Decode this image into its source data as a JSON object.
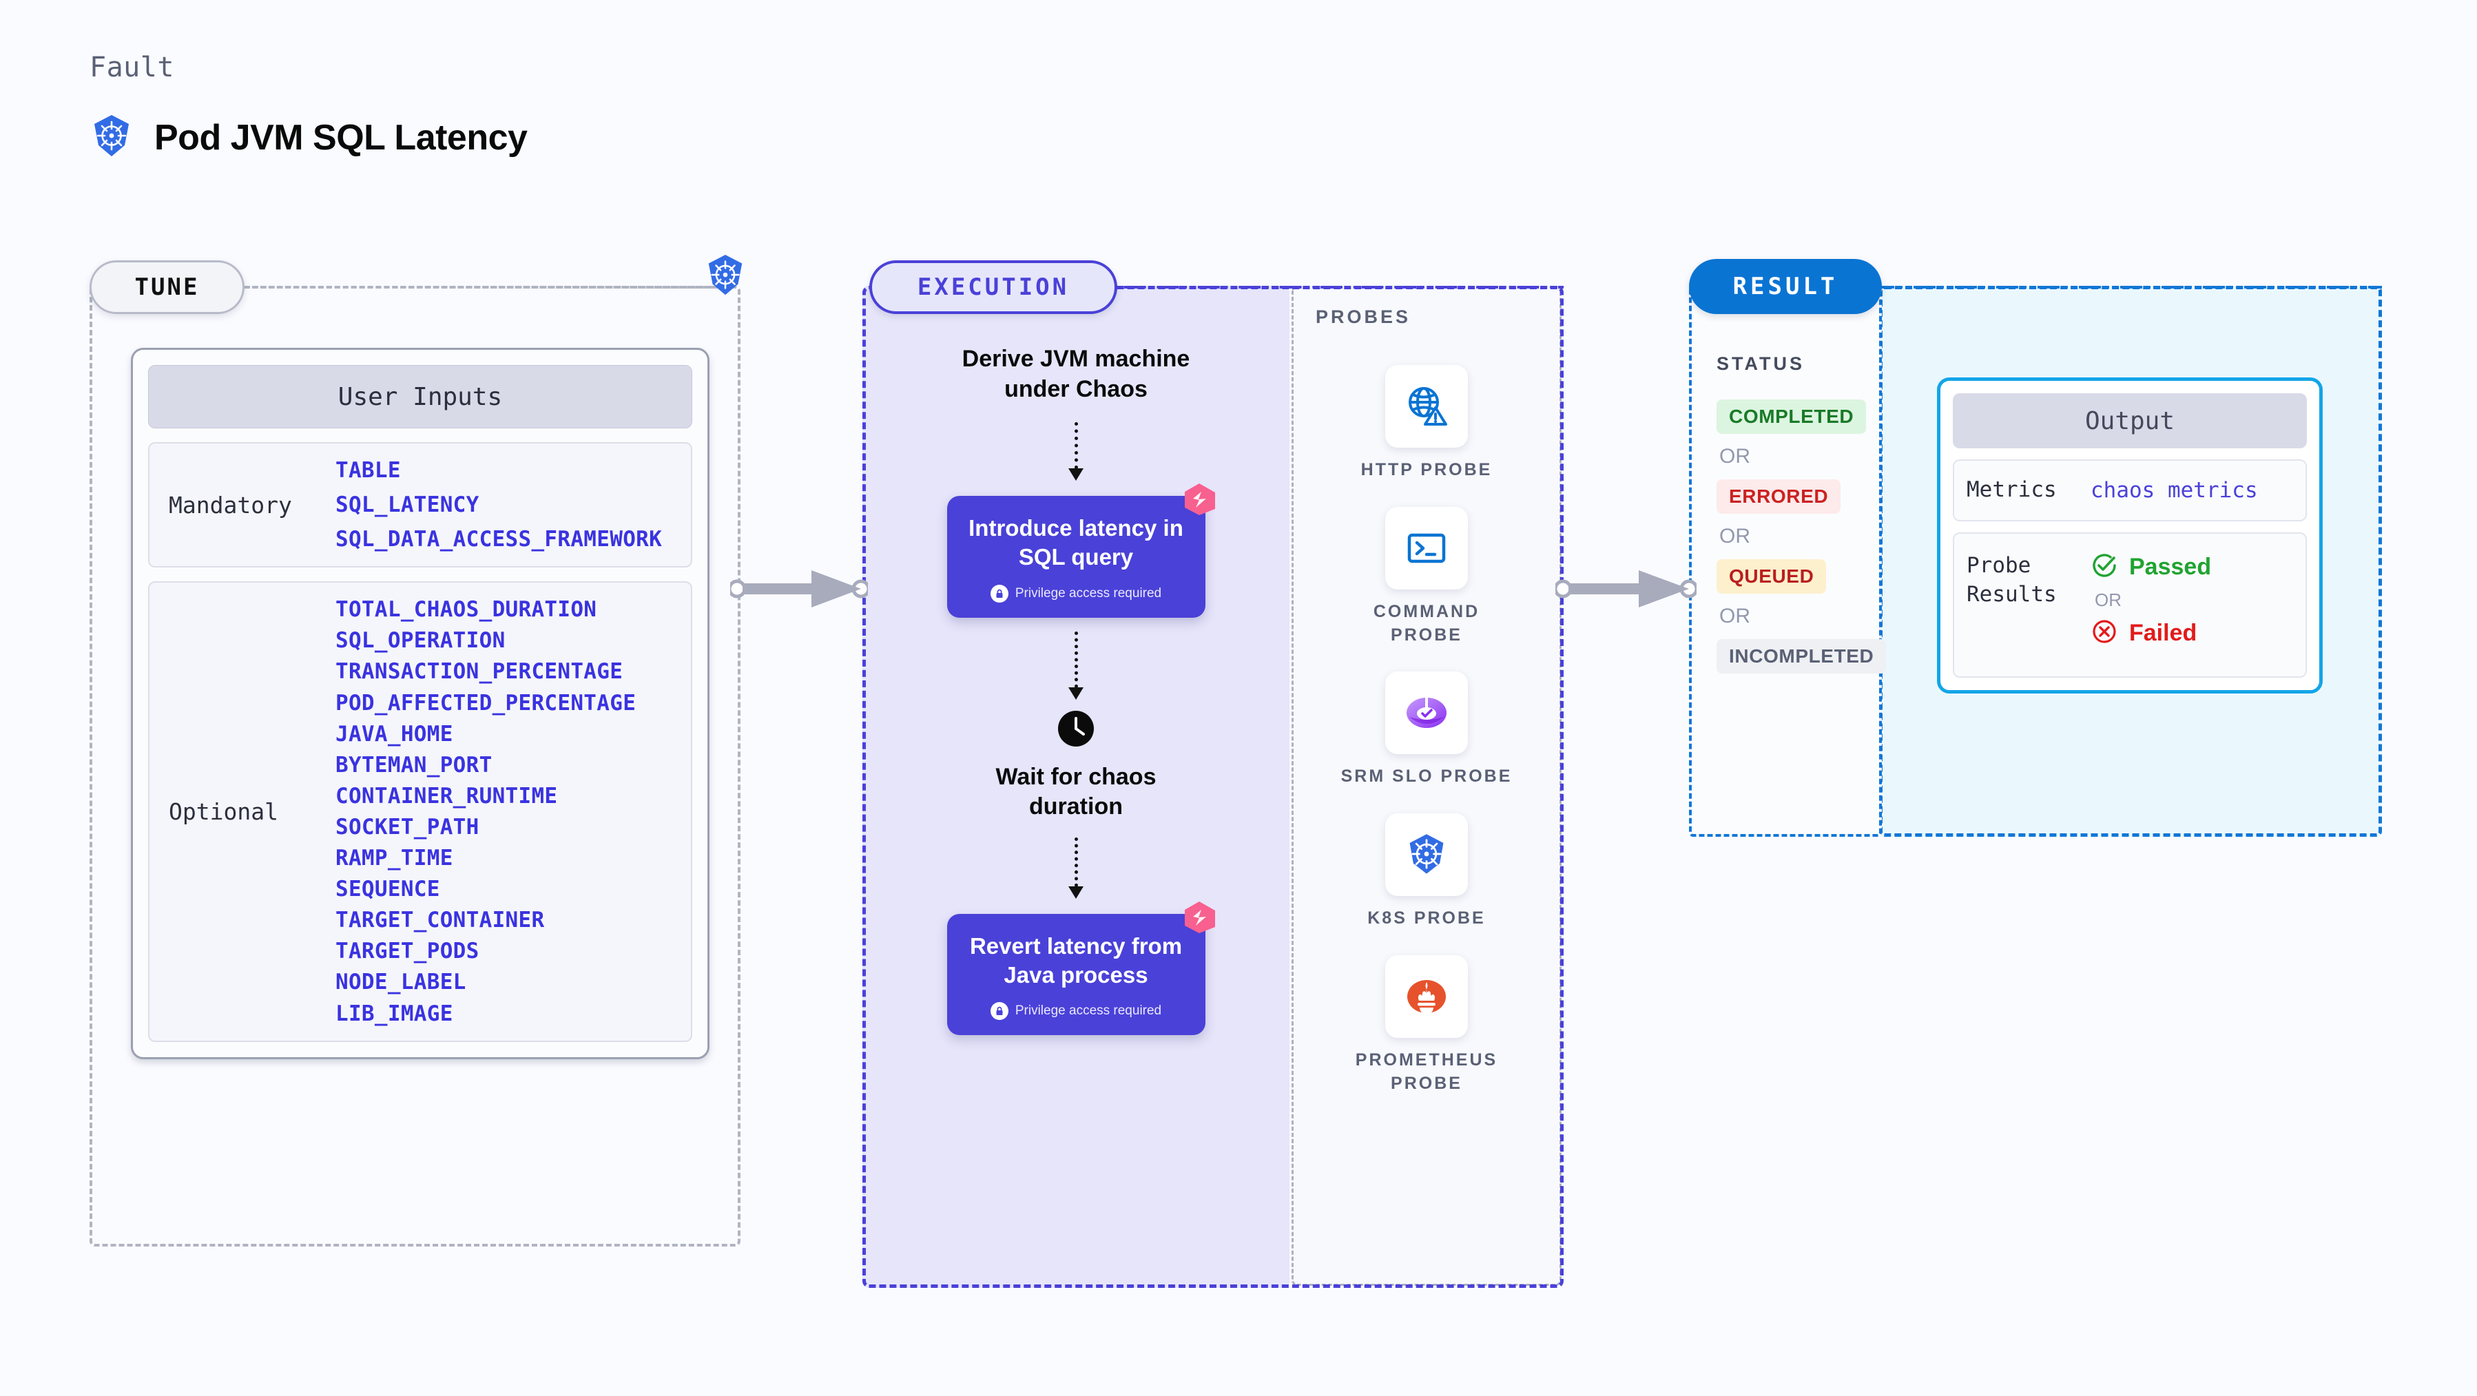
{
  "header": {
    "kicker": "Fault",
    "title": "Pod JVM SQL Latency",
    "icon": "kubernetes-icon"
  },
  "tune": {
    "tag": "TUNE",
    "node_icon": "kubernetes-icon",
    "card_title": "User Inputs",
    "groups": [
      {
        "label": "Mandatory",
        "params": [
          "TABLE",
          "SQL_LATENCY",
          "SQL_DATA_ACCESS_FRAMEWORK"
        ]
      },
      {
        "label": "Optional",
        "params": [
          "TOTAL_CHAOS_DURATION",
          "SQL_OPERATION",
          "TRANSACTION_PERCENTAGE",
          "POD_AFFECTED_PERCENTAGE",
          "JAVA_HOME",
          "BYTEMAN_PORT",
          "CONTAINER_RUNTIME",
          "SOCKET_PATH",
          "RAMP_TIME",
          "SEQUENCE",
          "TARGET_CONTAINER",
          "TARGET_PODS",
          "NODE_LABEL",
          "LIB_IMAGE"
        ]
      }
    ]
  },
  "execution": {
    "tag": "EXECUTION",
    "step1": "Derive JVM machine under Chaos",
    "step2": {
      "title": "Introduce latency in SQL query",
      "note": "Privilege access required",
      "badge_icon": "litmus-chaos-icon",
      "note_icon": "lock-icon"
    },
    "step3": {
      "title": "Wait for chaos duration",
      "icon": "clock-icon"
    },
    "step4": {
      "title": "Revert latency from Java process",
      "note": "Privilege access required",
      "badge_icon": "litmus-chaos-icon",
      "note_icon": "lock-icon"
    }
  },
  "probes": {
    "label": "PROBES",
    "items": [
      {
        "name": "HTTP PROBE",
        "icon": "globe-warning-icon"
      },
      {
        "name": "COMMAND PROBE",
        "icon": "terminal-icon"
      },
      {
        "name": "SRM SLO PROBE",
        "icon": "srm-slo-icon"
      },
      {
        "name": "K8S PROBE",
        "icon": "kubernetes-icon"
      },
      {
        "name": "PROMETHEUS PROBE",
        "icon": "prometheus-icon"
      }
    ]
  },
  "result": {
    "tag": "RESULT",
    "status_label": "STATUS",
    "or": "OR",
    "statuses": [
      {
        "label": "COMPLETED",
        "color": "#1a7a28",
        "bg": "#dcf5e0"
      },
      {
        "label": "ERRORED",
        "color": "#cb2121",
        "bg": "#fdeaea"
      },
      {
        "label": "QUEUED",
        "color": "#ba1f1f",
        "bg": "#fdf0cd"
      },
      {
        "label": "INCOMPLETED",
        "color": "#5a6175",
        "bg": "#eff0f4"
      }
    ]
  },
  "output": {
    "title": "Output",
    "metrics_key": "Metrics",
    "metrics_value": "chaos metrics",
    "probe_key": "Probe Results",
    "probe_passed": "Passed",
    "probe_failed": "Failed",
    "probe_or": "OR",
    "passed_icon": "check-circle-icon",
    "failed_icon": "x-circle-icon"
  },
  "colors": {
    "accent_purple": "#4a41d8",
    "accent_blue": "#0a74d3",
    "accent_cyan": "#13a5e8",
    "param_blue": "#3a33e0",
    "pink": "#f7608f",
    "background": "#fafbff"
  }
}
